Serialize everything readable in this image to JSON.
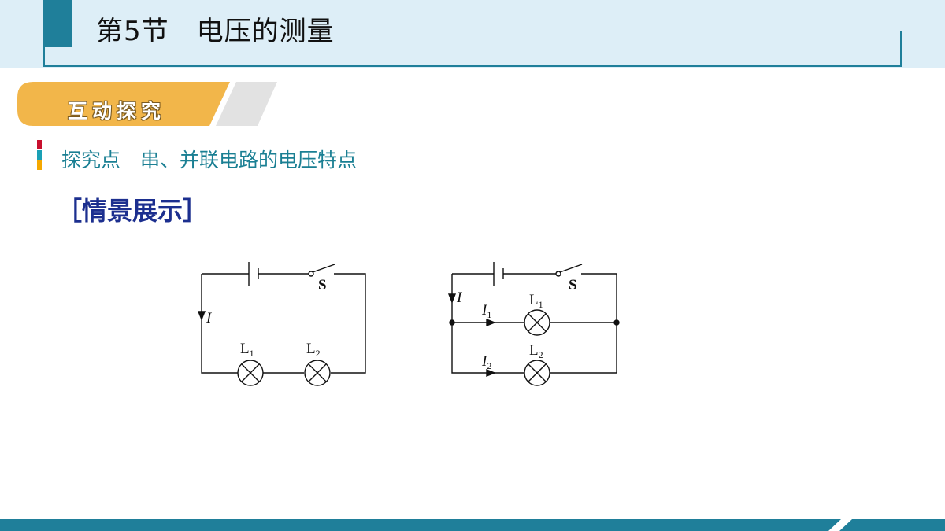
{
  "header": {
    "title": "第5节　电压的测量"
  },
  "banner": {
    "label": "互动探究"
  },
  "section": {
    "title": "探究点　串、并联电路的电压特点"
  },
  "scene": {
    "heading": "［情景展示］"
  },
  "circuit_series": {
    "switch_label": "S",
    "current_label": "I",
    "lamp1_label": "L",
    "lamp1_sub": "1",
    "lamp2_label": "L",
    "lamp2_sub": "2"
  },
  "circuit_parallel": {
    "switch_label": "S",
    "current_label": "I",
    "branch1_current_label": "I",
    "branch1_current_sub": "1",
    "branch2_current_label": "I",
    "branch2_current_sub": "2",
    "lamp1_label": "L",
    "lamp1_sub": "1",
    "lamp2_label": "L",
    "lamp2_sub": "2"
  },
  "colors": {
    "header_band": "#ddeef7",
    "header_accent": "#1f7f9a",
    "banner_orange": "#f2b64a",
    "banner_gray": "#e2e2e2",
    "section_text": "#1a7f93",
    "heading_text": "#1c2f8f",
    "marker": [
      "#c8102e",
      "#1aa0b5",
      "#f5a800"
    ],
    "footer": "#1f7f9a"
  }
}
